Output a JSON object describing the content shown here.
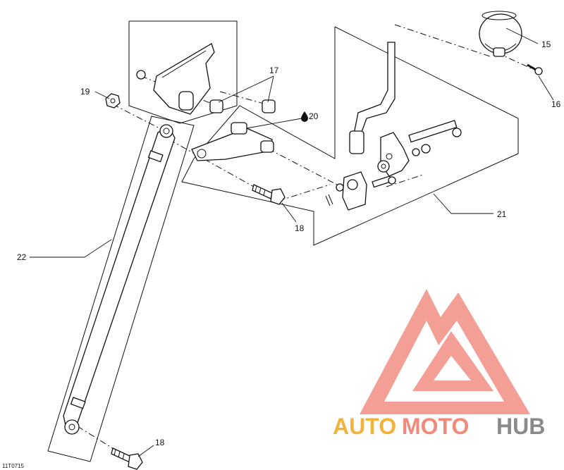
{
  "diagram_code": "11T0715",
  "callouts": {
    "c15": "15",
    "c16": "16",
    "c17": "17",
    "c18_top": "18",
    "c18_bottom": "18",
    "c19": "19",
    "c20": "20",
    "c21": "21",
    "c22": "22"
  },
  "lubricant_icon": "oil-drop-icon",
  "watermark": {
    "word_1": "AUTO",
    "word_2": "MOTO",
    "word_3": "HUB",
    "color_1": "#f2b33d",
    "color_2": "#f08a7a",
    "color_3": "#8a8a8a",
    "logo_color": "#f07f72"
  }
}
